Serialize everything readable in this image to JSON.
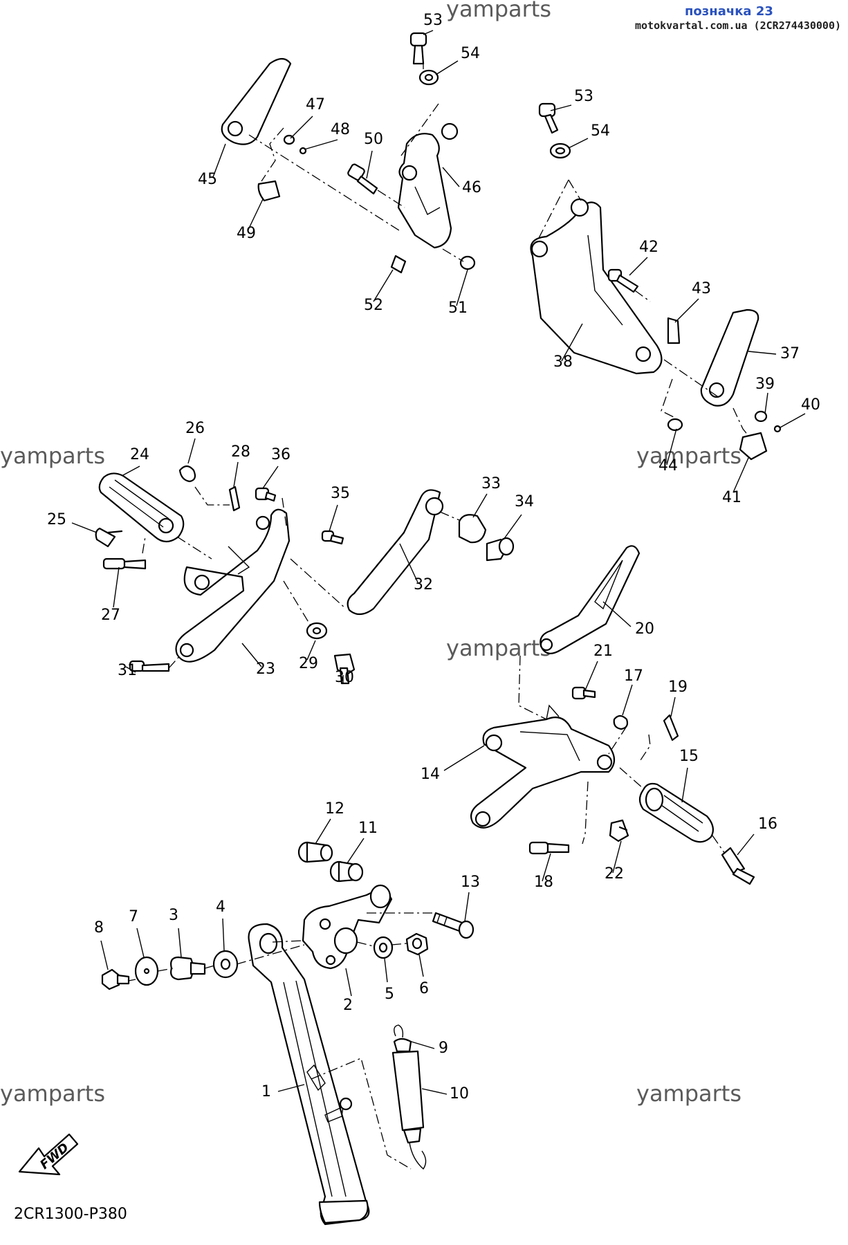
{
  "header": {
    "label": "позначка 23",
    "site": "motokvartal.com.ua (2CR274430000)"
  },
  "watermark": "yamparts",
  "diagram_code": "2CR1300-P380",
  "fwd_label": "FWD",
  "callouts": [
    "1",
    "2",
    "3",
    "4",
    "5",
    "6",
    "7",
    "8",
    "9",
    "10",
    "11",
    "12",
    "13",
    "14",
    "15",
    "16",
    "17",
    "18",
    "19",
    "20",
    "21",
    "22",
    "23",
    "24",
    "25",
    "26",
    "27",
    "28",
    "29",
    "30",
    "31",
    "32",
    "33",
    "34",
    "35",
    "36",
    "37",
    "38",
    "39",
    "40",
    "41",
    "42",
    "43",
    "44",
    "45",
    "46",
    "47",
    "48",
    "49",
    "50",
    "51",
    "52",
    "53",
    "54",
    "53",
    "54"
  ]
}
